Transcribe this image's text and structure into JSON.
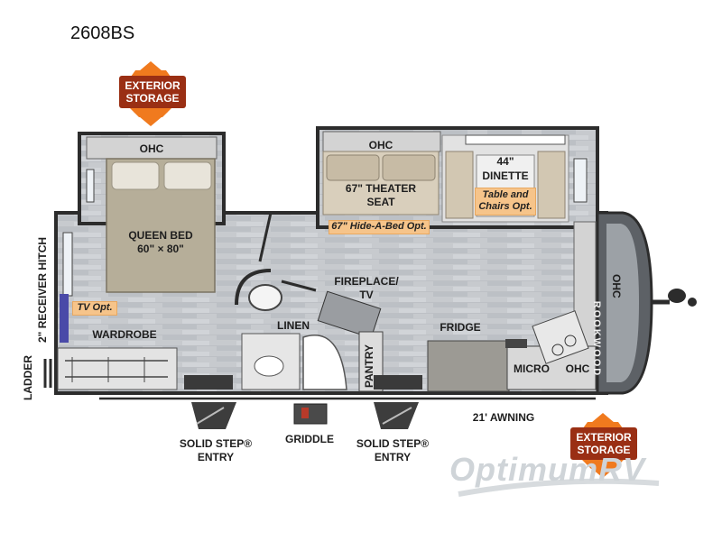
{
  "model": "2608BS",
  "brand": "ROOKWOOD",
  "watermark": "OptimumRV",
  "colors": {
    "storage_orange": "#f07a1e",
    "option_tag": "#f6c48a",
    "floor": "#c4c7cc",
    "wall": "#2c2c2c"
  },
  "badges": {
    "storage_line1": "EXTERIOR",
    "storage_line2": "STORAGE"
  },
  "labels": {
    "ohc_bedroom": "OHC",
    "ohc_theater": "OHC",
    "ohc_front": "OHC",
    "theater_seat_line1": "67\" THEATER",
    "theater_seat_line2": "SEAT",
    "dinette_line1": "44\"",
    "dinette_line2": "DINETTE",
    "queen_bed_line1": "QUEEN BED",
    "queen_bed_line2": "60\" × 80\"",
    "fireplace_line1": "FIREPLACE/",
    "fireplace_line2": "TV",
    "linen": "LINEN",
    "fridge": "FRIDGE",
    "pantry": "PANTRY",
    "wardrobe": "WARDROBE",
    "micro": "MICRO",
    "ohc_kitchen": "OHC",
    "awning": "21' AWNING",
    "griddle": "GRIDDLE",
    "entry1_line1": "SOLID STEP®",
    "entry1_line2": "ENTRY",
    "entry2_line1": "SOLID STEP®",
    "entry2_line2": "ENTRY",
    "ladder": "LADDER",
    "receiver_hitch": "2\" RECEIVER HITCH"
  },
  "options": {
    "hide_a_bed": "67\" Hide-A-Bed Opt.",
    "table_line1": "Table and",
    "table_line2": "Chairs Opt.",
    "tv": "TV Opt."
  }
}
